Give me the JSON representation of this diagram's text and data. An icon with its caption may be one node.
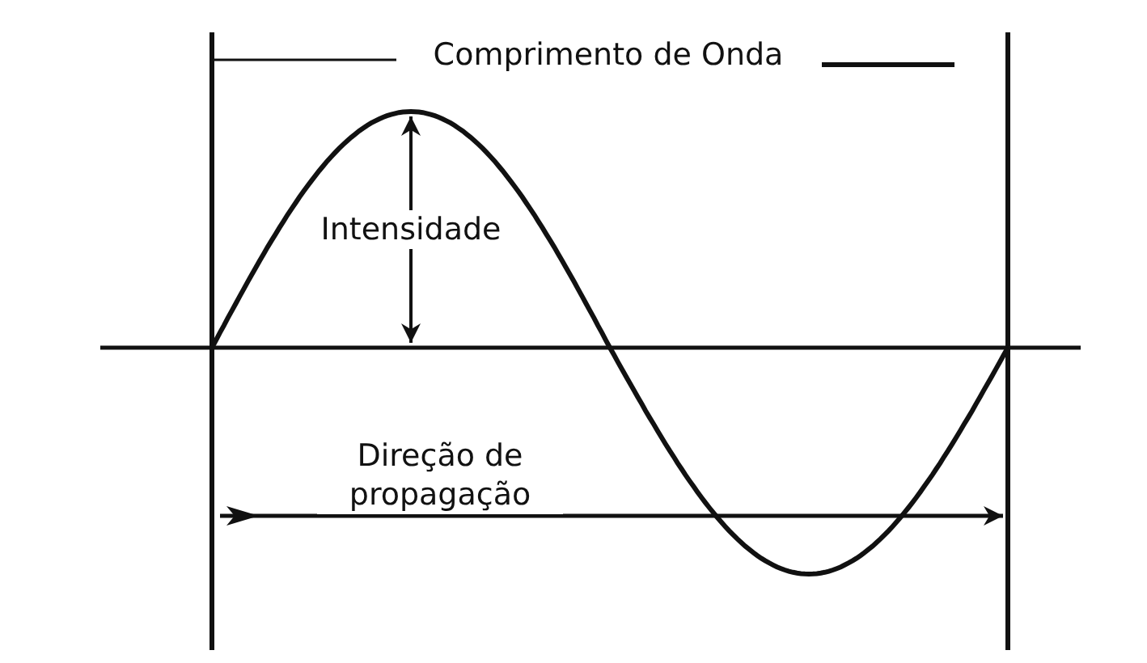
{
  "diagram": {
    "labels": [
      "Comprimento de Onda",
      "Intensidade",
      "Direção de propagação"
    ]
  }
}
